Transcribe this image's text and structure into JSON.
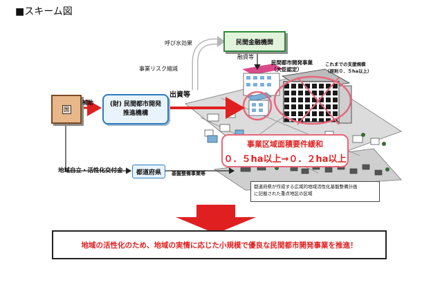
{
  "header": {
    "title": "■スキーム図"
  },
  "nodes": {
    "kuni": "国",
    "suishin_line1": "(財) 民間都市開発",
    "suishin_line2": "推進機構",
    "kinyu": "民間金融機関",
    "todofuken": "都道府県"
  },
  "flows": {
    "hojo": "補助",
    "shussi": "出資等",
    "yobimizu": "呼び水効果",
    "risk": "事業リスク縮減",
    "yushi": "融資等",
    "koufukin": "地域自立・活性化交付金",
    "kiban": "基盤整備事業等"
  },
  "project": {
    "label_line1": "民間都市開発事業",
    "label_line2": "（大臣認定）",
    "previous_line1": "これまでの支援規模",
    "previous_line2": "（原則０．５ha以上）"
  },
  "relief": {
    "line1": "事業区域面積要件緩和",
    "line2": "０．５ha以上→０．２ha以上"
  },
  "district": {
    "line1": "都道府県が作成する広域的地域活性化基盤整備計画",
    "line2": "に記載された重点地区の区域"
  },
  "footer": {
    "text": "地域の活性化のため、地域の実情に応じた小規模で優良な民間都市開発事業を推進！"
  },
  "colors": {
    "arrow_red": "#e02020",
    "relief_border": "#e8667a",
    "kinyu_green": "#2f8a3a",
    "suishin_blue": "#2d7bbf",
    "kuni_brown": "#e8b88a"
  }
}
